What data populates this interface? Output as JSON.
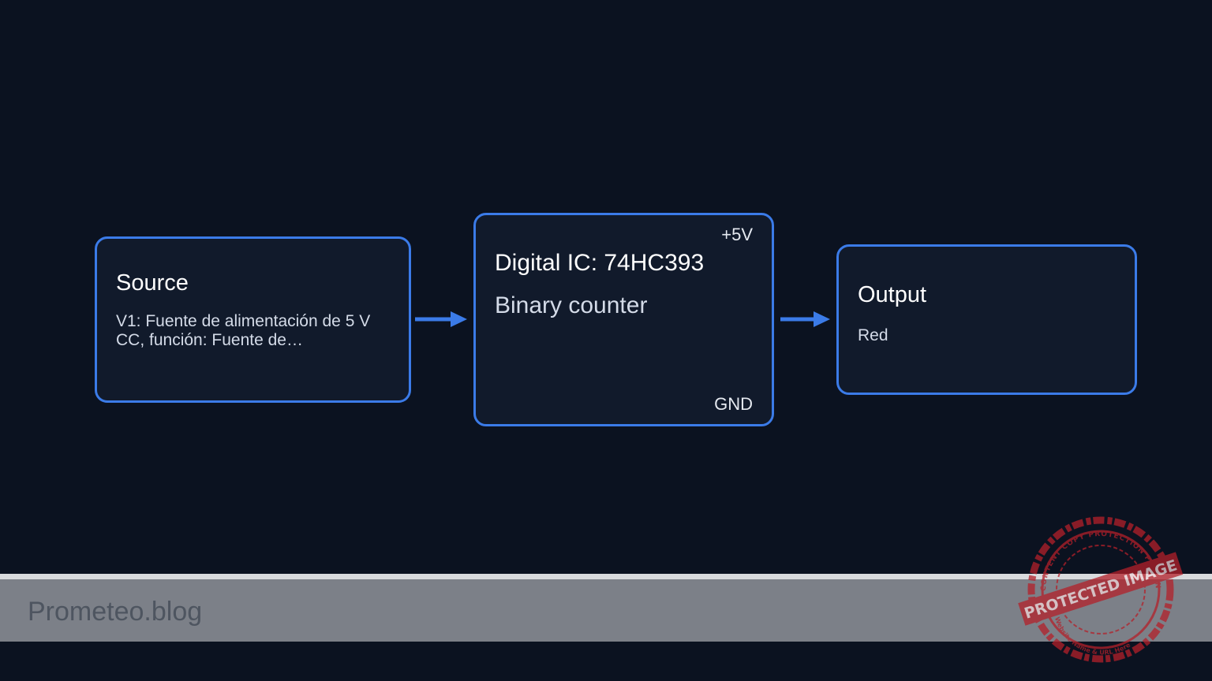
{
  "diagram": {
    "blocks": [
      {
        "id": "source",
        "title": "Source",
        "description": "V1: Fuente de alimentación de 5 V CC, función: Fuente de…"
      },
      {
        "id": "ic",
        "title": "Digital IC: 74HC393",
        "description": "Binary counter",
        "pin_top": "+5V",
        "pin_bottom": "GND"
      },
      {
        "id": "output",
        "title": "Output",
        "description": "Red"
      }
    ],
    "edges": [
      {
        "from": "source",
        "to": "ic"
      },
      {
        "from": "ic",
        "to": "output"
      }
    ]
  },
  "footer": {
    "site": "Prometeo.blog"
  },
  "watermark": {
    "main_text": "PROTECTED IMAGE",
    "ring_text": "CONTENT COPY PROTECTION PLUGIN",
    "bottom_text": "My Website Name & URL Here"
  },
  "colors": {
    "background": "#0b1220",
    "block_border": "#3b7be8",
    "block_fill": "#111a2b",
    "arrow": "#3b7be8",
    "footer_bar": "#7c8088",
    "stamp": "#b3202a"
  },
  "icons": {
    "edge_arrow": "right-arrow-icon",
    "watermark": "protected-stamp-icon"
  }
}
